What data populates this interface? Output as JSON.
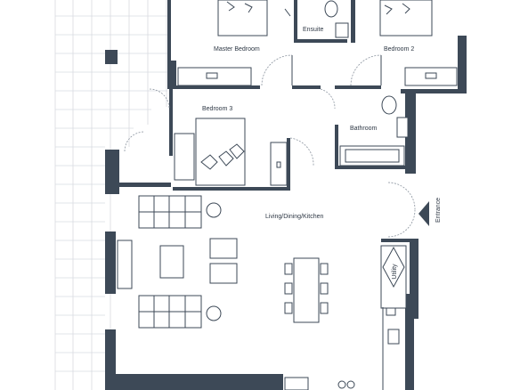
{
  "rooms": {
    "master_bedroom": "Master Bedroom",
    "ensuite": "Ensuite",
    "bedroom_2": "Bedroom 2",
    "bedroom_3": "Bedroom 3",
    "bathroom": "Bathroom",
    "living": "Living/Dining/Kitchen",
    "utility": "Utility"
  },
  "entrance": "Entrance",
  "colors": {
    "wall": "#3d4957",
    "grid": "#d8dbe0",
    "background": "#ffffff"
  }
}
